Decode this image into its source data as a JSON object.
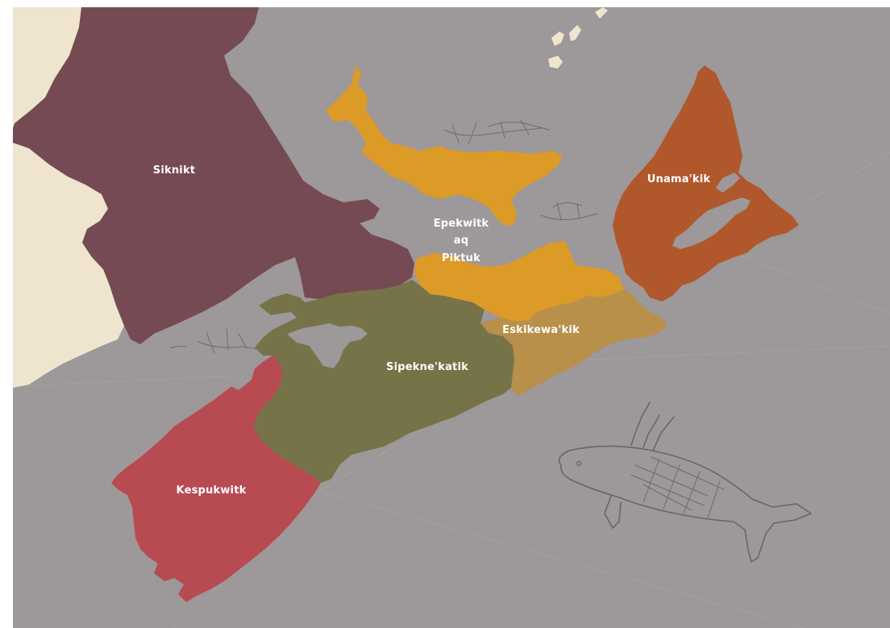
{
  "colors": {
    "water": "#9d9899",
    "land": "#efe5cf",
    "siknikt": "#764a53",
    "epekwitk": "#dc9a27",
    "unamakik": "#b0582b",
    "eskikewakik": "#b8904a",
    "sipeknekatik": "#767348",
    "kespukwitk": "#b84a52"
  },
  "regions": {
    "siknikt": "Siknikt",
    "epekwitk_line1": "Epekwitk",
    "epekwitk_line2": "aq",
    "epekwitk_line3": "Piktuk",
    "unamakik": "Unama'kik",
    "eskikewakik": "Eskikewa'kik",
    "sipeknekatik": "Sipekne'katik",
    "kespukwitk": "Kespukwitk"
  },
  "icons": [
    "canoe-sketch-icon",
    "whale-sketch-icon"
  ]
}
